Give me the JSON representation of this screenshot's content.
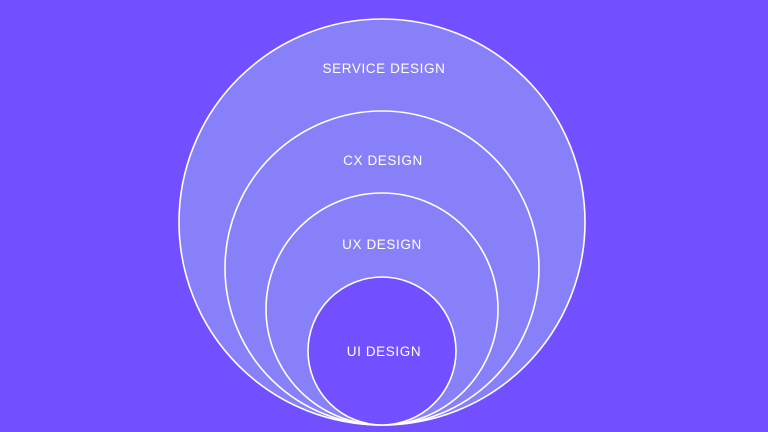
{
  "diagram": {
    "colors": {
      "background": "#7250ff",
      "ring_fill": "#8780f8",
      "inner_fill": "#7250ff",
      "stroke": "#ffffff",
      "text": "#ffffff"
    },
    "layers": [
      {
        "label": "SERVICE DESIGN"
      },
      {
        "label": "CX DESIGN"
      },
      {
        "label": "UX DESIGN"
      },
      {
        "label": "UI DESIGN"
      }
    ]
  }
}
